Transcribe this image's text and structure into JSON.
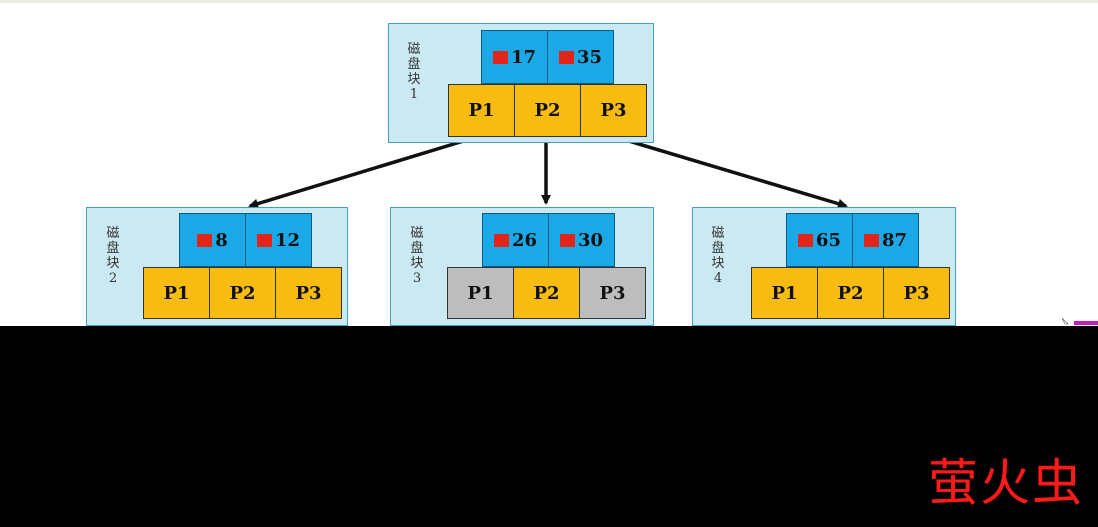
{
  "blocks": [
    {
      "label": [
        "磁",
        "盘",
        "块",
        "1"
      ],
      "keys": [
        "17",
        "35"
      ],
      "pointers": [
        {
          "text": "P1",
          "state": "active"
        },
        {
          "text": "P2",
          "state": "active"
        },
        {
          "text": "P3",
          "state": "active"
        }
      ]
    },
    {
      "label": [
        "磁",
        "盘",
        "块",
        "2"
      ],
      "keys": [
        "8",
        "12"
      ],
      "pointers": [
        {
          "text": "P1",
          "state": "active"
        },
        {
          "text": "P2",
          "state": "active"
        },
        {
          "text": "P3",
          "state": "active"
        }
      ]
    },
    {
      "label": [
        "磁",
        "盘",
        "块",
        "3"
      ],
      "keys": [
        "26",
        "30"
      ],
      "pointers": [
        {
          "text": "P1",
          "state": "inactive"
        },
        {
          "text": "P2",
          "state": "active"
        },
        {
          "text": "P3",
          "state": "inactive"
        }
      ]
    },
    {
      "label": [
        "磁",
        "盘",
        "块",
        "4"
      ],
      "keys": [
        "65",
        "87"
      ],
      "pointers": [
        {
          "text": "P1",
          "state": "active"
        },
        {
          "text": "P2",
          "state": "active"
        },
        {
          "text": "P3",
          "state": "active"
        }
      ]
    }
  ],
  "watermark": "萤火虫",
  "colors": {
    "block_bg": "#cbe9f3",
    "key_bg": "#1aa8e6",
    "key_marker": "#e1251b",
    "pointer_active": "#f8bb10",
    "pointer_inactive": "#bdbdbd",
    "watermark": "#ff1a1a"
  }
}
